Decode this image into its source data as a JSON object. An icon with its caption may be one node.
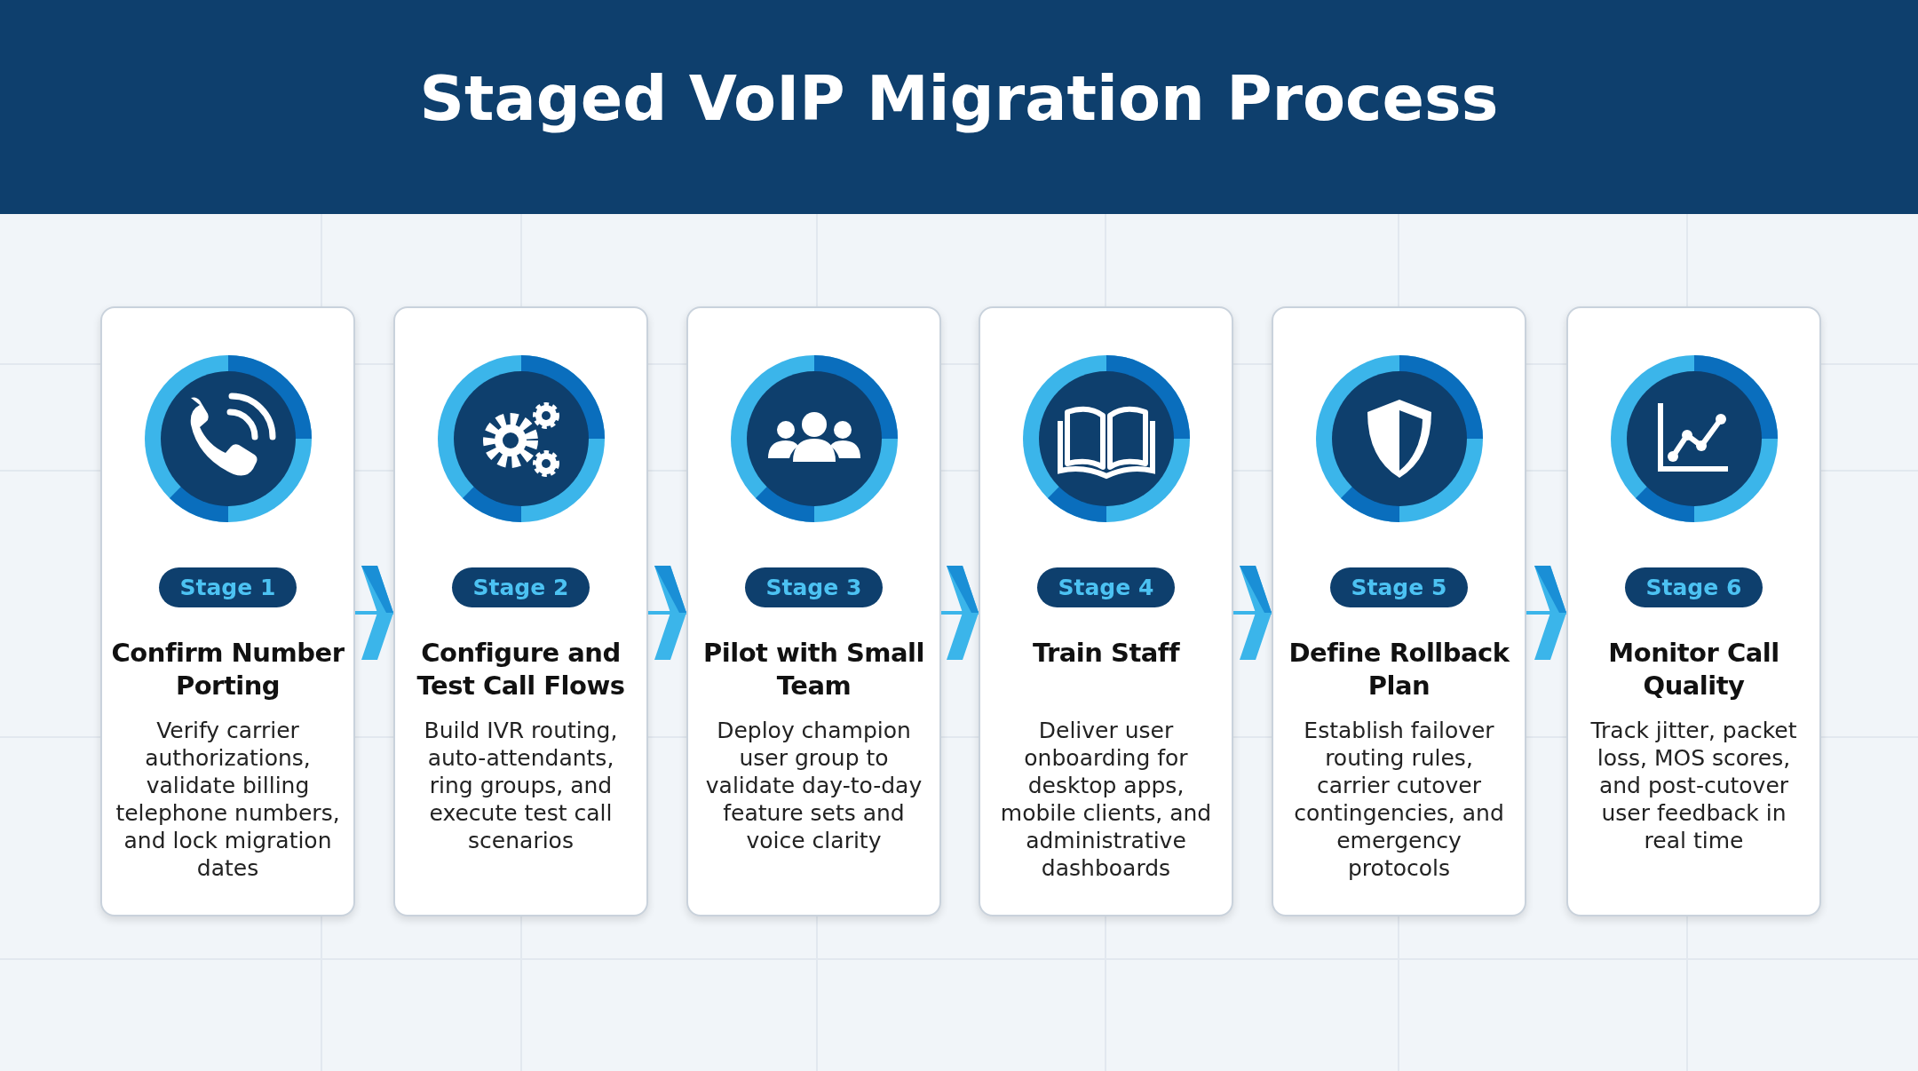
{
  "diagram": {
    "title": "Staged VoIP Migration Process",
    "nodes": [
      {
        "text": [
          "Stage 1",
          "Confirm Number Porting",
          "Verify carrier authorizations, validate billing telephone numbers, and lock migration dates"
        ]
      },
      {
        "text": [
          "Stage 2",
          "Configure and Test Call Flows",
          "Build IVR routing, auto-attendants, ring groups, and execute test call scenarios"
        ]
      },
      {
        "text": [
          "Stage 3",
          "Pilot with Small Team",
          "Deploy champion user group to validate day-to-day feature sets and voice clarity"
        ]
      },
      {
        "text": [
          "Stage 4",
          "Train Staff",
          "Deliver user onboarding for desktop apps, mobile clients, and administrative dashboards"
        ]
      },
      {
        "text": [
          "Stage 5",
          "Define Rollback Plan",
          "Establish failover routing rules, carrier cutover contingencies, and emergency protocols"
        ]
      },
      {
        "text": [
          "Stage 6",
          "Monitor Call Quality",
          "Track jitter, packet loss, MOS scores, and post-cutover user feedback in real time"
        ]
      }
    ],
    "edges": [
      {
        "from": 0,
        "to": 1,
        "arrow": "to"
      },
      {
        "from": 1,
        "to": 2,
        "arrow": "to"
      },
      {
        "from": 2,
        "to": 3,
        "arrow": "to"
      },
      {
        "from": 3,
        "to": 4,
        "arrow": "to"
      },
      {
        "from": 4,
        "to": 5,
        "arrow": "to"
      }
    ]
  }
}
